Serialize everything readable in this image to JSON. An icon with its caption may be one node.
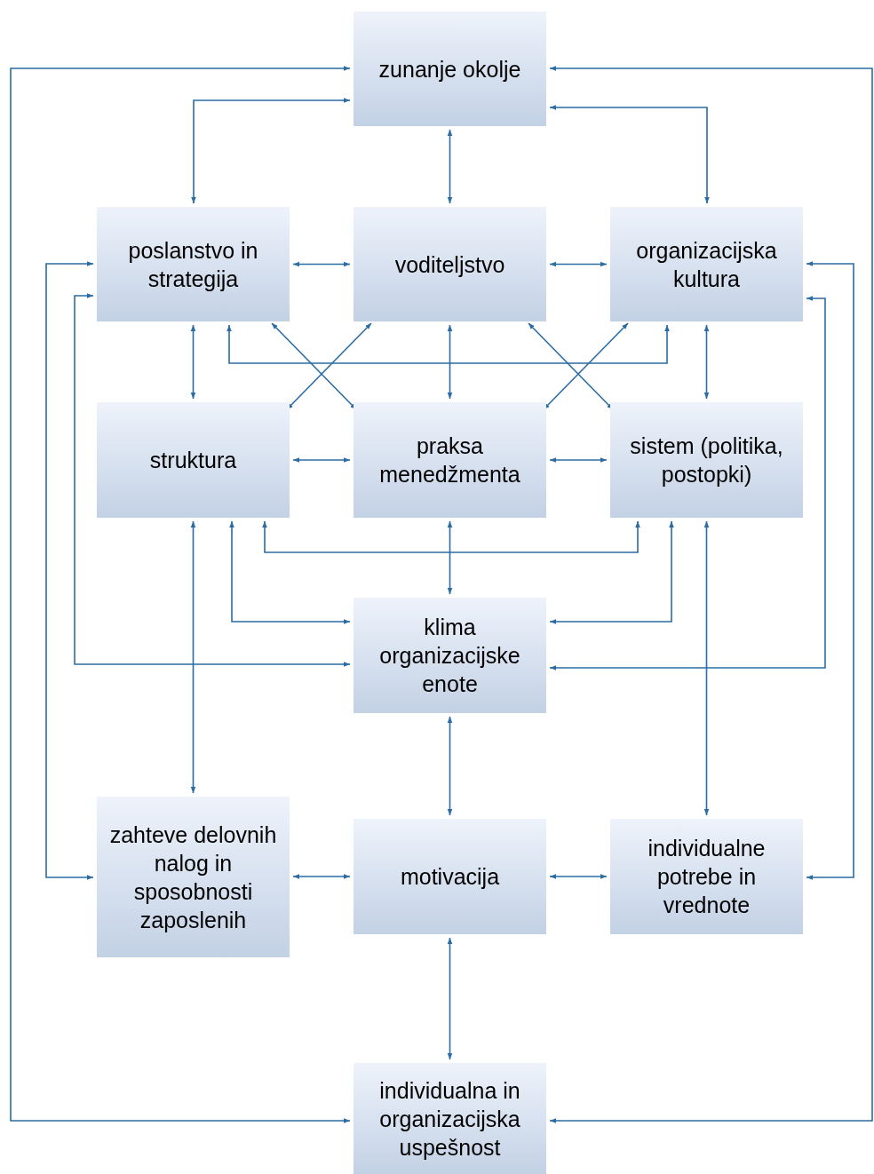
{
  "diagram": {
    "nodes": [
      {
        "text": [
          "zunanje okolje"
        ]
      },
      {
        "text": [
          "poslanstvo in strategija"
        ]
      },
      {
        "text": [
          "voditeljstvo"
        ]
      },
      {
        "text": [
          "organizacijska kultura"
        ]
      },
      {
        "text": [
          "struktura"
        ]
      },
      {
        "text": [
          "praksa menedžmenta"
        ]
      },
      {
        "text": [
          "sistem (politika, postopki)"
        ]
      },
      {
        "text": [
          "klima organizacijske enote"
        ]
      },
      {
        "text": [
          "zahteve delovnih nalog in sposobnosti zaposlenih"
        ]
      },
      {
        "text": [
          "motivacija"
        ]
      },
      {
        "text": [
          "individualne potrebe in vrednote"
        ]
      },
      {
        "text": [
          "individualna in organizacijska uspešnost"
        ]
      }
    ],
    "edges": [
      {
        "from": 0,
        "to": 1,
        "arrow": "both"
      },
      {
        "from": 0,
        "to": 2,
        "arrow": "both"
      },
      {
        "from": 0,
        "to": 3,
        "arrow": "both"
      },
      {
        "from": 0,
        "to": 11,
        "arrow": "both"
      },
      {
        "from": 0,
        "to": 11,
        "arrow": "both"
      },
      {
        "from": 1,
        "to": 2,
        "arrow": "both"
      },
      {
        "from": 2,
        "to": 3,
        "arrow": "both"
      },
      {
        "from": 1,
        "to": 4,
        "arrow": "both"
      },
      {
        "from": 2,
        "to": 5,
        "arrow": "both"
      },
      {
        "from": 3,
        "to": 6,
        "arrow": "both"
      },
      {
        "from": 1,
        "to": 3,
        "arrow": "both"
      },
      {
        "from": 1,
        "to": 5,
        "arrow": "both"
      },
      {
        "from": 2,
        "to": 4,
        "arrow": "both"
      },
      {
        "from": 2,
        "to": 6,
        "arrow": "both"
      },
      {
        "from": 3,
        "to": 5,
        "arrow": "both"
      },
      {
        "from": 4,
        "to": 5,
        "arrow": "both"
      },
      {
        "from": 5,
        "to": 6,
        "arrow": "both"
      },
      {
        "from": 4,
        "to": 6,
        "arrow": "both"
      },
      {
        "from": 5,
        "to": 7,
        "arrow": "both"
      },
      {
        "from": 4,
        "to": 7,
        "arrow": "both"
      },
      {
        "from": 6,
        "to": 7,
        "arrow": "both"
      },
      {
        "from": 4,
        "to": 8,
        "arrow": "both"
      },
      {
        "from": 6,
        "to": 10,
        "arrow": "both"
      },
      {
        "from": 1,
        "to": 7,
        "arrow": "both"
      },
      {
        "from": 3,
        "to": 7,
        "arrow": "both"
      },
      {
        "from": 1,
        "to": 8,
        "arrow": "both"
      },
      {
        "from": 3,
        "to": 10,
        "arrow": "both"
      },
      {
        "from": 7,
        "to": 9,
        "arrow": "both"
      },
      {
        "from": 8,
        "to": 9,
        "arrow": "both"
      },
      {
        "from": 9,
        "to": 10,
        "arrow": "both"
      },
      {
        "from": 9,
        "to": 11,
        "arrow": "both"
      }
    ]
  }
}
